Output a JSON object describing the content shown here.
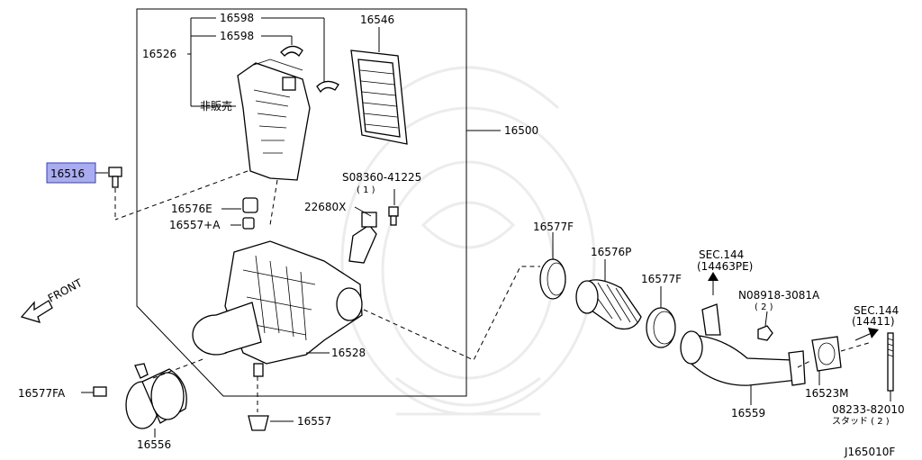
{
  "labels": {
    "p16598a": "16598",
    "p16598b": "16598",
    "p16546": "16546",
    "p16526": "16526",
    "hihanbai": "非販売",
    "p16500": "16500",
    "p16516": "16516",
    "bolt08360": "S08360-41225",
    "bolt08360_qty": "( 1 )",
    "p22680x": "22680X",
    "p16576e": "16576E",
    "p16557a": "16557+A",
    "front": "FRONT",
    "p16577f_a": "16577F",
    "p16576p": "16576P",
    "p16577f_b": "16577F",
    "sec144_a": "SEC.144",
    "sec144_a_sub": "(14463PE)",
    "nut08918": "N08918-3081A",
    "nut08918_qty": "( 2 )",
    "sec144_b": "SEC.144",
    "sec144_b_sub": "(14411)",
    "p16528": "16528",
    "p16577fa": "16577FA",
    "p16557": "16557",
    "p16556": "16556",
    "p16559": "16559",
    "p16523m": "16523M",
    "stud08233": "08233-82010",
    "stud08233_sub": "スタッド ( 2 )",
    "figure_id": "J165010F"
  },
  "colors": {
    "highlight_fill": "#a9acef",
    "highlight_stroke": "#3a3fb0",
    "line": "#000000",
    "watermark": "#ececec"
  },
  "icons": {
    "front_arrow": "front-arrow-icon"
  }
}
